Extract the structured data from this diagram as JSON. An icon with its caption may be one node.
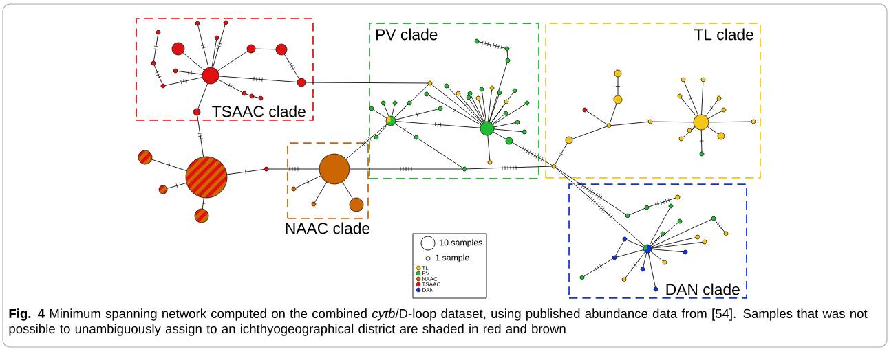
{
  "diagram": {
    "caption": "**Fig. 4** Minimum spanning network computed on the combined *cytb*/D-loop dataset, using published abundance data from [54]. Samples that was not possible to unambiguously assign to an ichthyogeographical district are shaded in red and brown",
    "nodes": [
      {
        "text": [
          "TSAAC clade"
        ]
      },
      {
        "text": [
          "PV clade"
        ]
      },
      {
        "text": [
          "TL clade"
        ]
      },
      {
        "text": [
          "NAAC clade"
        ]
      },
      {
        "text": [
          "DAN clade"
        ]
      },
      {
        "text": [],
        "shape": "circle",
        "in": 0
      },
      {
        "text": [],
        "shape": "circle",
        "in": 0
      },
      {
        "text": [],
        "shape": "circle",
        "in": 0
      },
      {
        "text": [],
        "shape": "circle",
        "in": 0
      },
      {
        "text": [],
        "shape": "circle",
        "in": 0
      },
      {
        "text": [],
        "shape": "circle",
        "in": 0
      },
      {
        "text": [],
        "shape": "circle",
        "in": 0
      },
      {
        "text": [],
        "shape": "circle",
        "in": 0
      },
      {
        "text": [],
        "shape": "circle",
        "in": 0
      },
      {
        "text": [],
        "shape": "circle",
        "in": 0
      },
      {
        "text": [],
        "shape": "circle",
        "in": 0
      },
      {
        "text": [],
        "shape": "circle",
        "in": 0
      },
      {
        "text": [],
        "shape": "circle",
        "in": 0
      },
      {
        "text": [],
        "shape": "circle",
        "in": 0
      },
      {
        "text": [],
        "shape": "circle",
        "in": 0
      },
      {
        "text": [],
        "shape": "circle",
        "in": 0
      },
      {
        "text": [],
        "shape": "circle"
      },
      {
        "text": [],
        "shape": "circle"
      },
      {
        "text": [],
        "shape": "circle"
      },
      {
        "text": [],
        "shape": "circle"
      },
      {
        "text": [],
        "shape": "circle"
      },
      {
        "text": [],
        "shape": "circle",
        "in": 3
      },
      {
        "text": [],
        "shape": "circle",
        "in": 3
      },
      {
        "text": [],
        "shape": "circle",
        "in": 3
      },
      {
        "text": [],
        "shape": "circle",
        "in": 3
      },
      {
        "text": [],
        "shape": "circle",
        "in": 1
      },
      {
        "text": [],
        "shape": "circle",
        "in": 1
      },
      {
        "text": [],
        "shape": "circle",
        "in": 1
      },
      {
        "text": [],
        "shape": "circle",
        "in": 1
      },
      {
        "text": [],
        "shape": "circle",
        "in": 1
      },
      {
        "text": [],
        "shape": "circle",
        "in": 1
      },
      {
        "text": [],
        "shape": "circle",
        "in": 1
      },
      {
        "text": [],
        "shape": "circle",
        "in": 1
      },
      {
        "text": [],
        "shape": "circle",
        "in": 1
      },
      {
        "text": [],
        "shape": "circle",
        "in": 1
      },
      {
        "text": [],
        "shape": "circle",
        "in": 1
      },
      {
        "text": [],
        "shape": "circle",
        "in": 1
      },
      {
        "text": [],
        "shape": "circle",
        "in": 1
      },
      {
        "text": [],
        "shape": "circle",
        "in": 1
      },
      {
        "text": [],
        "shape": "circle",
        "in": 1
      },
      {
        "text": [],
        "shape": "circle",
        "in": 1
      },
      {
        "text": [],
        "shape": "circle",
        "in": 1
      },
      {
        "text": [],
        "shape": "circle",
        "in": 1
      },
      {
        "text": [],
        "shape": "circle",
        "in": 1
      },
      {
        "text": [],
        "shape": "circle",
        "in": 1
      },
      {
        "text": [],
        "shape": "circle",
        "in": 1
      },
      {
        "text": [],
        "shape": "circle",
        "in": 1
      },
      {
        "text": [],
        "shape": "circle",
        "in": 1
      },
      {
        "text": [],
        "shape": "circle",
        "in": 1
      },
      {
        "text": [],
        "shape": "circle",
        "in": 1
      },
      {
        "text": [],
        "shape": "circle",
        "in": 1
      },
      {
        "text": [],
        "shape": "circle",
        "in": 1
      },
      {
        "text": [],
        "shape": "circle",
        "in": 1
      },
      {
        "text": [],
        "shape": "circle",
        "in": 1
      },
      {
        "text": [],
        "shape": "circle",
        "in": 1
      },
      {
        "text": [],
        "shape": "circle",
        "in": 1
      },
      {
        "text": [],
        "shape": "circle",
        "in": 2
      },
      {
        "text": [],
        "shape": "circle",
        "in": 2
      },
      {
        "text": [],
        "shape": "circle",
        "in": 2
      },
      {
        "text": [],
        "shape": "circle",
        "in": 2
      },
      {
        "text": [],
        "shape": "circle",
        "in": 2
      },
      {
        "text": [],
        "shape": "circle",
        "in": 2
      },
      {
        "text": [],
        "shape": "circle",
        "in": 2
      },
      {
        "text": [],
        "shape": "circle",
        "in": 2
      },
      {
        "text": [],
        "shape": "circle",
        "in": 2
      },
      {
        "text": [],
        "shape": "circle",
        "in": 2
      },
      {
        "text": [],
        "shape": "circle",
        "in": 2
      },
      {
        "text": [],
        "shape": "circle",
        "in": 2
      },
      {
        "text": [],
        "shape": "circle",
        "in": 2
      },
      {
        "text": [],
        "shape": "circle",
        "in": 2
      },
      {
        "text": [],
        "shape": "circle",
        "in": 2
      },
      {
        "text": [],
        "shape": "circle",
        "in": 2
      },
      {
        "text": [],
        "shape": "circle",
        "in": 2
      },
      {
        "text": [],
        "shape": "circle",
        "in": 2
      },
      {
        "text": [],
        "shape": "circle",
        "in": 4
      },
      {
        "text": [],
        "shape": "circle",
        "in": 4
      },
      {
        "text": [],
        "shape": "circle",
        "in": 4
      },
      {
        "text": [],
        "shape": "circle",
        "in": 4
      },
      {
        "text": [],
        "shape": "circle",
        "in": 4
      },
      {
        "text": [],
        "shape": "circle",
        "in": 4
      },
      {
        "text": [],
        "shape": "circle",
        "in": 4
      },
      {
        "text": [],
        "shape": "circle",
        "in": 4
      },
      {
        "text": [],
        "shape": "circle",
        "in": 4
      },
      {
        "text": [],
        "shape": "circle",
        "in": 4
      },
      {
        "text": [],
        "shape": "circle",
        "in": 4
      },
      {
        "text": [],
        "shape": "circle",
        "in": 4
      },
      {
        "text": [],
        "shape": "circle",
        "in": 4
      },
      {
        "text": [],
        "shape": "circle",
        "in": 4
      },
      {
        "text": [],
        "shape": "circle",
        "in": 4
      },
      {
        "text": [],
        "shape": "circle",
        "in": 4
      },
      {
        "text": [],
        "shape": "circle",
        "in": 4
      },
      {
        "text": [],
        "shape": "circle",
        "in": 4
      },
      {
        "text": [],
        "shape": "circle",
        "in": 4
      }
    ],
    "edges": [
      {
        "from": 5,
        "to": 6,
        "arrow": "none"
      },
      {
        "from": 5,
        "to": 7,
        "arrow": "none"
      },
      {
        "from": 5,
        "to": 10,
        "arrow": "none"
      },
      {
        "from": 5,
        "to": 11,
        "arrow": "none"
      },
      {
        "from": 5,
        "to": 12,
        "arrow": "none"
      },
      {
        "from": 12,
        "to": 13,
        "arrow": "none"
      },
      {
        "from": 13,
        "to": 14,
        "arrow": "none"
      },
      {
        "from": 5,
        "to": 14,
        "arrow": "none"
      },
      {
        "from": 8,
        "to": 9,
        "arrow": "none"
      },
      {
        "from": 9,
        "to": 15,
        "arrow": "none"
      },
      {
        "from": 5,
        "to": 15,
        "arrow": "none"
      },
      {
        "from": 5,
        "to": 16,
        "arrow": "none"
      },
      {
        "from": 5,
        "to": 17,
        "arrow": "none"
      },
      {
        "from": 17,
        "to": 18,
        "arrow": "none"
      },
      {
        "from": 18,
        "to": 19,
        "arrow": "none"
      },
      {
        "from": 5,
        "to": 20,
        "arrow": "none"
      },
      {
        "from": 20,
        "to": 21,
        "arrow": "none"
      },
      {
        "from": 21,
        "to": 22,
        "arrow": "none"
      },
      {
        "from": 21,
        "to": 23,
        "arrow": "none"
      },
      {
        "from": 21,
        "to": 24,
        "arrow": "none"
      },
      {
        "from": 21,
        "to": 25,
        "arrow": "none"
      },
      {
        "from": 25,
        "to": 26,
        "arrow": "none"
      },
      {
        "from": 26,
        "to": 27,
        "arrow": "none"
      },
      {
        "from": 26,
        "to": 28,
        "arrow": "none"
      },
      {
        "from": 26,
        "to": 29,
        "arrow": "none"
      },
      {
        "from": 26,
        "to": 31,
        "arrow": "none"
      },
      {
        "from": 26,
        "to": 33,
        "arrow": "none"
      },
      {
        "from": 33,
        "to": 61,
        "arrow": "none"
      },
      {
        "from": 14,
        "to": 30,
        "arrow": "none"
      },
      {
        "from": 30,
        "to": 31,
        "arrow": "none"
      },
      {
        "from": 30,
        "to": 32,
        "arrow": "none"
      },
      {
        "from": 31,
        "to": 32,
        "arrow": "none"
      },
      {
        "from": 31,
        "to": 34,
        "arrow": "none"
      },
      {
        "from": 34,
        "to": 33,
        "arrow": "none"
      },
      {
        "from": 56,
        "to": 57,
        "arrow": "none"
      },
      {
        "from": 57,
        "to": 58,
        "arrow": "none"
      },
      {
        "from": 58,
        "to": 32,
        "arrow": "none"
      },
      {
        "from": 32,
        "to": 59,
        "arrow": "none"
      },
      {
        "from": 32,
        "to": 60,
        "arrow": "none"
      },
      {
        "from": 59,
        "to": 61,
        "arrow": "none"
      },
      {
        "from": 31,
        "to": 35,
        "arrow": "none"
      },
      {
        "from": 31,
        "to": 36,
        "arrow": "none"
      },
      {
        "from": 31,
        "to": 37,
        "arrow": "none"
      },
      {
        "from": 31,
        "to": 38,
        "arrow": "none"
      },
      {
        "from": 31,
        "to": 39,
        "arrow": "none"
      },
      {
        "from": 31,
        "to": 40,
        "arrow": "none"
      },
      {
        "from": 32,
        "to": 41,
        "arrow": "none"
      },
      {
        "from": 32,
        "to": 42,
        "arrow": "none"
      },
      {
        "from": 32,
        "to": 43,
        "arrow": "none"
      },
      {
        "from": 32,
        "to": 44,
        "arrow": "none"
      },
      {
        "from": 32,
        "to": 45,
        "arrow": "none"
      },
      {
        "from": 32,
        "to": 46,
        "arrow": "none"
      },
      {
        "from": 32,
        "to": 47,
        "arrow": "none"
      },
      {
        "from": 32,
        "to": 48,
        "arrow": "none"
      },
      {
        "from": 32,
        "to": 49,
        "arrow": "none"
      },
      {
        "from": 32,
        "to": 50,
        "arrow": "none"
      },
      {
        "from": 32,
        "to": 51,
        "arrow": "none"
      },
      {
        "from": 32,
        "to": 52,
        "arrow": "none"
      },
      {
        "from": 32,
        "to": 53,
        "arrow": "none"
      },
      {
        "from": 32,
        "to": 54,
        "arrow": "none"
      },
      {
        "from": 32,
        "to": 55,
        "arrow": "none"
      },
      {
        "from": 61,
        "to": 62,
        "arrow": "none"
      },
      {
        "from": 62,
        "to": 63,
        "arrow": "none"
      },
      {
        "from": 63,
        "to": 64,
        "arrow": "none"
      },
      {
        "from": 64,
        "to": 65,
        "arrow": "none"
      },
      {
        "from": 63,
        "to": 66,
        "arrow": "none"
      },
      {
        "from": 63,
        "to": 67,
        "arrow": "none"
      },
      {
        "from": 67,
        "to": 68,
        "arrow": "none"
      },
      {
        "from": 68,
        "to": 69,
        "arrow": "none"
      },
      {
        "from": 68,
        "to": 70,
        "arrow": "none"
      },
      {
        "from": 68,
        "to": 71,
        "arrow": "none"
      },
      {
        "from": 68,
        "to": 72,
        "arrow": "none"
      },
      {
        "from": 68,
        "to": 73,
        "arrow": "none"
      },
      {
        "from": 68,
        "to": 74,
        "arrow": "none"
      },
      {
        "from": 68,
        "to": 75,
        "arrow": "none"
      },
      {
        "from": 68,
        "to": 76,
        "arrow": "none"
      },
      {
        "from": 68,
        "to": 77,
        "arrow": "none"
      },
      {
        "from": 68,
        "to": 78,
        "arrow": "none"
      },
      {
        "from": 61,
        "to": 79,
        "arrow": "none"
      },
      {
        "from": 61,
        "to": 80,
        "arrow": "none"
      },
      {
        "from": 80,
        "to": 81,
        "arrow": "none"
      },
      {
        "from": 81,
        "to": 82,
        "arrow": "none"
      },
      {
        "from": 84,
        "to": 95,
        "arrow": "none"
      },
      {
        "from": 94,
        "to": 96,
        "arrow": "none"
      },
      {
        "from": 79,
        "to": 97,
        "arrow": "none"
      },
      {
        "from": 79,
        "to": 83,
        "arrow": "none"
      },
      {
        "from": 83,
        "to": 84,
        "arrow": "none"
      },
      {
        "from": 79,
        "to": 84,
        "arrow": "none"
      },
      {
        "from": 79,
        "to": 85,
        "arrow": "none"
      },
      {
        "from": 79,
        "to": 86,
        "arrow": "none"
      },
      {
        "from": 79,
        "to": 87,
        "arrow": "none"
      },
      {
        "from": 79,
        "to": 88,
        "arrow": "none"
      },
      {
        "from": 79,
        "to": 89,
        "arrow": "none"
      },
      {
        "from": 79,
        "to": 90,
        "arrow": "none"
      },
      {
        "from": 79,
        "to": 91,
        "arrow": "none"
      },
      {
        "from": 79,
        "to": 92,
        "arrow": "none"
      },
      {
        "from": 79,
        "to": 93,
        "arrow": "none"
      },
      {
        "from": 79,
        "to": 94,
        "arrow": "none"
      }
    ],
    "legend": [
      {
        "text": "10 samples"
      },
      {
        "text": "1 sample"
      },
      {
        "text": "TL",
        "color": "#f5c518"
      },
      {
        "text": "PV",
        "color": "#22bb33"
      },
      {
        "text": "NAAC",
        "color": "#cc6600"
      },
      {
        "text": "TSAAC",
        "color": "#ee1111"
      },
      {
        "text": "DAN",
        "color": "#1133dd"
      }
    ]
  }
}
